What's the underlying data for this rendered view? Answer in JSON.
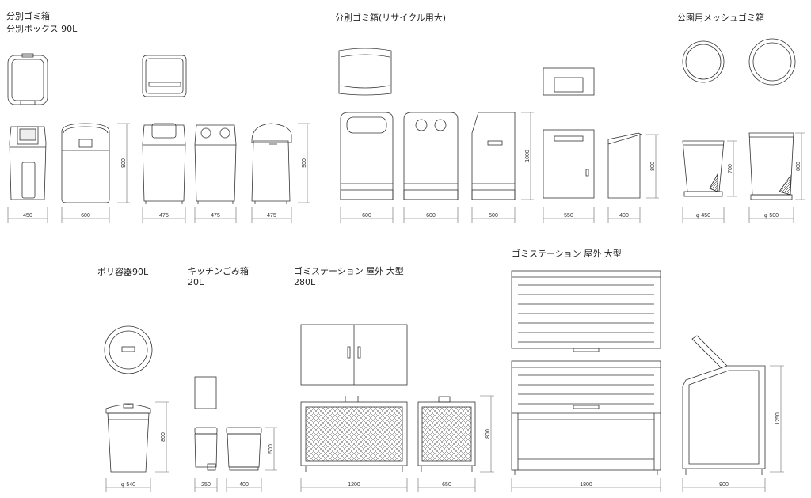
{
  "titles": {
    "sorted_box": [
      "分別ゴミ箱",
      "分別ボックス 90L"
    ],
    "recycle": "分別ゴミ箱(リサイクル用大)",
    "park_mesh": "公園用メッシュゴミ箱",
    "poly": "ポリ容器90L",
    "kitchen": [
      "キッチンごみ箱",
      "20L"
    ],
    "station_out": [
      "ゴミステーション 屋外 大型",
      "280L"
    ],
    "station_large": "ゴミステーション 屋外 大型"
  },
  "dims": {
    "row1": {
      "w1": "450",
      "w2": "600",
      "w3": "475",
      "w4": "475",
      "w5": "475",
      "h1": "900",
      "h2": "900",
      "w6": "600",
      "w7": "600",
      "w8": "500",
      "h3": "1000",
      "w9": "550",
      "w10": "400",
      "h4": "800",
      "w11": "φ 450",
      "h5": "700",
      "w12": "φ 500",
      "h6": "800"
    },
    "row2": {
      "w1": "φ 540",
      "h1": "800",
      "w2": "250",
      "w3": "400",
      "h2": "500",
      "w4": "1200",
      "w5": "650",
      "h3": "800",
      "w6": "1800",
      "w7": "900",
      "h4": "1250"
    }
  }
}
